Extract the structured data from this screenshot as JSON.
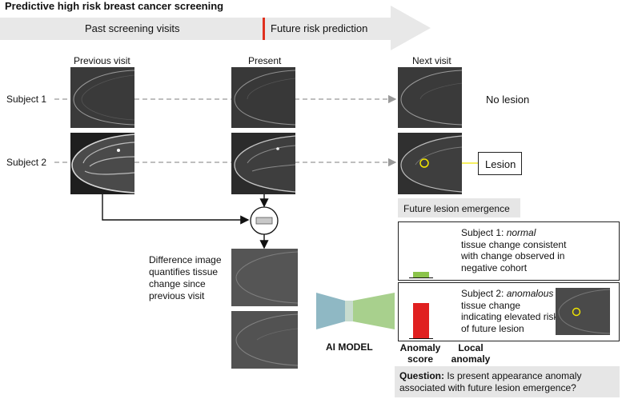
{
  "title": "Predictive high risk breast cancer screening",
  "timeline": {
    "past_label": "Past screening visits",
    "future_label": "Future risk prediction"
  },
  "columns": {
    "previous": "Previous visit",
    "present": "Present",
    "next": "Next visit"
  },
  "rows": {
    "subject1": "Subject 1",
    "subject2": "Subject 2"
  },
  "outcomes": {
    "no_lesion": "No lesion",
    "lesion": "Lesion"
  },
  "future_emergence": "Future lesion emergence",
  "difference_caption": [
    "Difference image",
    "quantifies tissue",
    "change since",
    "previous visit"
  ],
  "ai_model": "AI MODEL",
  "cards": {
    "subject1": {
      "prefix": "Subject 1: ",
      "emphasis": "normal",
      "lines": [
        "tissue change consistent",
        "with change observed in",
        "negative cohort"
      ],
      "bar_color": "#8bc34a",
      "score": 0.15
    },
    "subject2": {
      "prefix": "Subject 2: ",
      "emphasis": "anomalous",
      "lines": [
        "tissue change",
        "indicating elevated risk",
        "of future lesion"
      ],
      "bar_color": "#e02020",
      "score": 1.0
    }
  },
  "axis_labels": {
    "anomaly_line1": "Anomaly",
    "anomaly_line2": "score",
    "local_line1": "Local",
    "local_line2": "anomaly"
  },
  "question": {
    "bold": "Question:",
    "line1": " Is present appearance anomaly",
    "line2": "associated with future lesion emergence?"
  },
  "colors": {
    "timeline_bg": "#e8e8e8",
    "divider": "#e0301e",
    "encoder": "#8fb8c4",
    "decoder": "#a8d08d",
    "lesion_marker": "#f2e600"
  }
}
